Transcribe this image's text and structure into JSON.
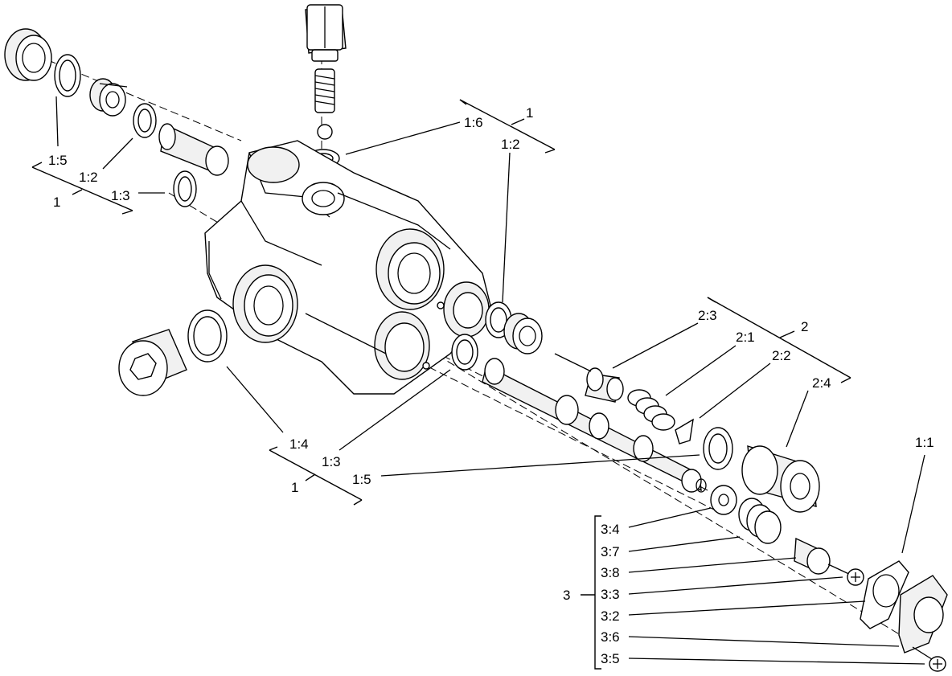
{
  "callouts": {
    "c_1_6": "1:6",
    "c_1_top": "1",
    "c_1_2_right": "1:2",
    "c_1_5_left": "1:5",
    "c_1_2_left": "1:2",
    "c_1_3_left": "1:3",
    "c_1_left": "1",
    "c_2_3": "2:3",
    "c_2_1": "2:1",
    "c_2": "2",
    "c_2_2": "2:2",
    "c_2_4": "2:4",
    "c_1_4": "1:4",
    "c_1_3_bottom": "1:3",
    "c_1_5_bottom": "1:5",
    "c_1_bottom": "1",
    "c_1_1": "1:1",
    "c_3": "3",
    "c_3_4": "3:4",
    "c_3_7": "3:7",
    "c_3_8": "3:8",
    "c_3_3": "3:3",
    "c_3_2": "3:2",
    "c_3_6": "3:6",
    "c_3_5": "3:5"
  }
}
